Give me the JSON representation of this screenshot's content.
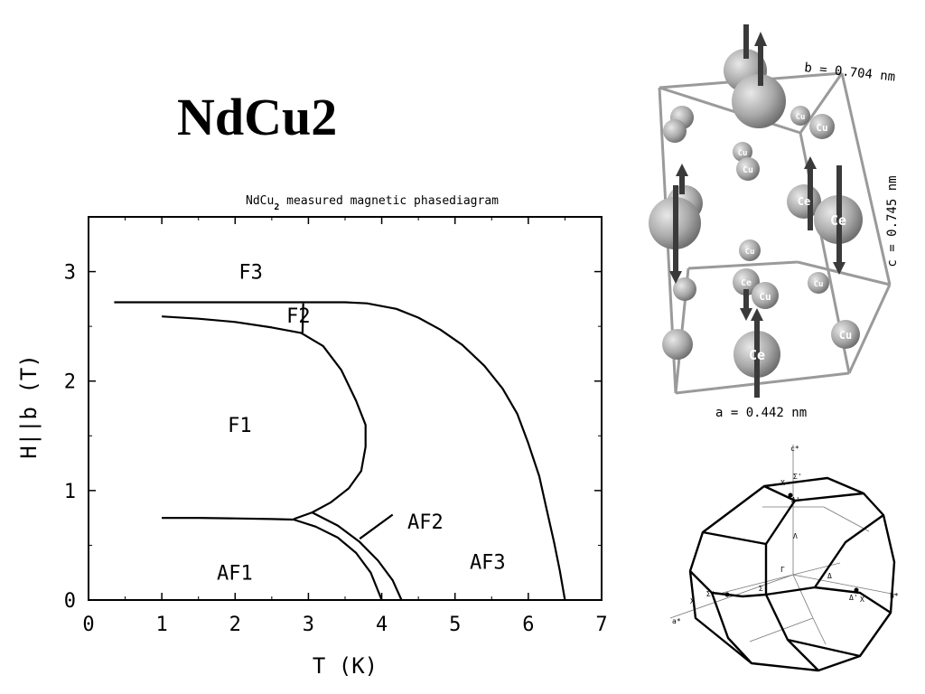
{
  "page_title": "NdCu2",
  "chart_data": {
    "type": "line",
    "title": "NdCu2 measured magnetic phasediagram",
    "xlabel": "T (K)",
    "ylabel": "H||b (T)",
    "xlim": [
      0,
      7
    ],
    "ylim": [
      0,
      3.5
    ],
    "x_ticks": [
      0,
      1,
      2,
      3,
      4,
      5,
      6,
      7
    ],
    "y_ticks": [
      0,
      1,
      2,
      3
    ],
    "grid": false,
    "phase_labels": [
      {
        "text": "F3",
        "x": 2.05,
        "y": 3.0
      },
      {
        "text": "F2",
        "x": 2.7,
        "y": 2.6
      },
      {
        "text": "F1",
        "x": 1.9,
        "y": 1.6
      },
      {
        "text": "AF2",
        "x": 4.35,
        "y": 0.72
      },
      {
        "text": "AF3",
        "x": 5.2,
        "y": 0.35
      },
      {
        "text": "AF1",
        "x": 1.75,
        "y": 0.25
      }
    ],
    "series": [
      {
        "points": [
          [
            0.35,
            2.72
          ],
          [
            1.0,
            2.72
          ],
          [
            2.0,
            2.72
          ],
          [
            3.0,
            2.72
          ],
          [
            3.5,
            2.72
          ],
          [
            3.8,
            2.71
          ],
          [
            4.2,
            2.66
          ],
          [
            4.5,
            2.58
          ],
          [
            4.8,
            2.47
          ],
          [
            5.1,
            2.33
          ],
          [
            5.4,
            2.14
          ],
          [
            5.65,
            1.93
          ],
          [
            5.85,
            1.7
          ],
          [
            6.0,
            1.43
          ],
          [
            6.15,
            1.13
          ],
          [
            6.25,
            0.83
          ],
          [
            6.35,
            0.53
          ],
          [
            6.43,
            0.27
          ],
          [
            6.5,
            0.0
          ]
        ]
      },
      {
        "points": [
          [
            1.0,
            2.59
          ],
          [
            1.5,
            2.57
          ],
          [
            2.0,
            2.54
          ],
          [
            2.5,
            2.49
          ],
          [
            2.9,
            2.44
          ],
          [
            3.2,
            2.32
          ],
          [
            3.45,
            2.1
          ],
          [
            3.65,
            1.82
          ],
          [
            3.78,
            1.6
          ],
          [
            3.78,
            1.4
          ],
          [
            3.72,
            1.18
          ],
          [
            3.55,
            1.02
          ],
          [
            3.3,
            0.89
          ],
          [
            3.05,
            0.8
          ],
          [
            2.8,
            0.74
          ]
        ]
      },
      {
        "points": [
          [
            1.0,
            0.75
          ],
          [
            1.5,
            0.75
          ],
          [
            2.0,
            0.745
          ],
          [
            2.5,
            0.74
          ],
          [
            2.8,
            0.735
          ]
        ]
      },
      {
        "points": [
          [
            2.8,
            0.735
          ],
          [
            3.1,
            0.67
          ],
          [
            3.4,
            0.57
          ],
          [
            3.65,
            0.43
          ],
          [
            3.85,
            0.25
          ],
          [
            4.0,
            0.0
          ]
        ]
      },
      {
        "points": [
          [
            3.05,
            0.8
          ],
          [
            3.4,
            0.68
          ],
          [
            3.7,
            0.53
          ],
          [
            3.95,
            0.36
          ],
          [
            4.15,
            0.18
          ],
          [
            4.27,
            0.0
          ]
        ]
      },
      {
        "points": [
          [
            2.93,
            2.71
          ],
          [
            2.92,
            2.44
          ]
        ]
      },
      {
        "points": [
          [
            3.7,
            0.56
          ],
          [
            4.15,
            0.78
          ]
        ]
      }
    ]
  },
  "crystal": {
    "label_a": "a = 0.442 nm",
    "label_b": "b = 0.704 nm",
    "label_c": "c = 0.745 nm",
    "atom_ce": "Ce",
    "atom_cu": "Cu"
  },
  "brillouin": {
    "axis_a": "a*",
    "axis_b": "b*",
    "axis_c": "c*",
    "point_x": "X",
    "point_gamma": "Γ",
    "line_sigma": "Σ",
    "line_sigma_prime": "Σ'",
    "line_delta": "Δ",
    "line_delta_prime": "Δ'",
    "line_lambda": "Λ"
  }
}
